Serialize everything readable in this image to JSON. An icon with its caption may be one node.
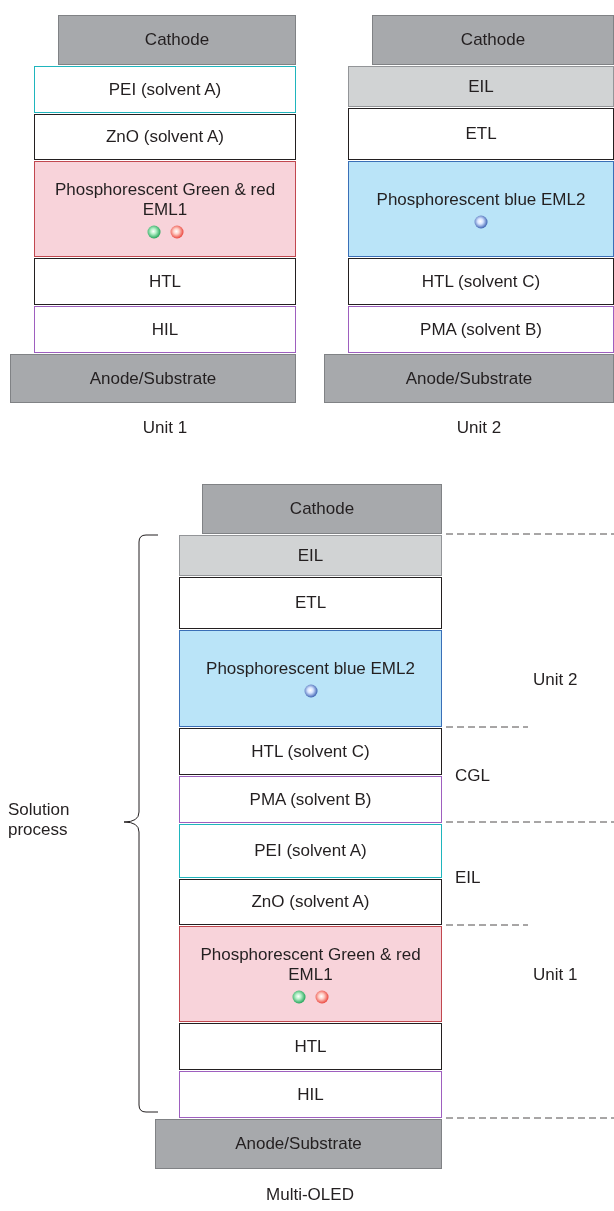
{
  "diagram": {
    "nodes": [
      {
        "text": [
          "Cathode"
        ]
      },
      {
        "text": [
          "PEI (solvent A)"
        ]
      },
      {
        "text": [
          "ZnO (solvent A)"
        ]
      },
      {
        "text": [
          "Phosphorescent Green & red EML1"
        ]
      },
      {
        "text": [
          "HTL"
        ]
      },
      {
        "text": [
          "HIL"
        ]
      },
      {
        "text": [
          "Anode/Substrate"
        ]
      },
      {
        "text": [
          "Cathode"
        ]
      },
      {
        "text": [
          "EIL"
        ]
      },
      {
        "text": [
          "ETL"
        ]
      },
      {
        "text": [
          "Phosphorescent blue EML2"
        ]
      },
      {
        "text": [
          "HTL (solvent C)"
        ]
      },
      {
        "text": [
          "PMA (solvent B)"
        ]
      },
      {
        "text": [
          "Anode/Substrate"
        ]
      },
      {
        "text": [
          "Cathode"
        ]
      },
      {
        "text": [
          "EIL"
        ]
      },
      {
        "text": [
          "ETL"
        ]
      },
      {
        "text": [
          "Phosphorescent blue EML2"
        ]
      },
      {
        "text": [
          "HTL (solvent C)"
        ]
      },
      {
        "text": [
          "PMA (solvent B)"
        ]
      },
      {
        "text": [
          "PEI (solvent A)"
        ]
      },
      {
        "text": [
          "ZnO (solvent A)"
        ]
      },
      {
        "text": [
          "Phosphorescent Green & red EML1"
        ]
      },
      {
        "text": [
          "HTL"
        ]
      },
      {
        "text": [
          "HIL"
        ]
      },
      {
        "text": [
          "Anode/Substrate"
        ]
      }
    ],
    "labels": [
      "Unit 1",
      "Unit 2",
      "Solution process",
      "Unit 2",
      "CGL",
      "EIL",
      "Unit 1",
      "Multi-OLED"
    ]
  }
}
